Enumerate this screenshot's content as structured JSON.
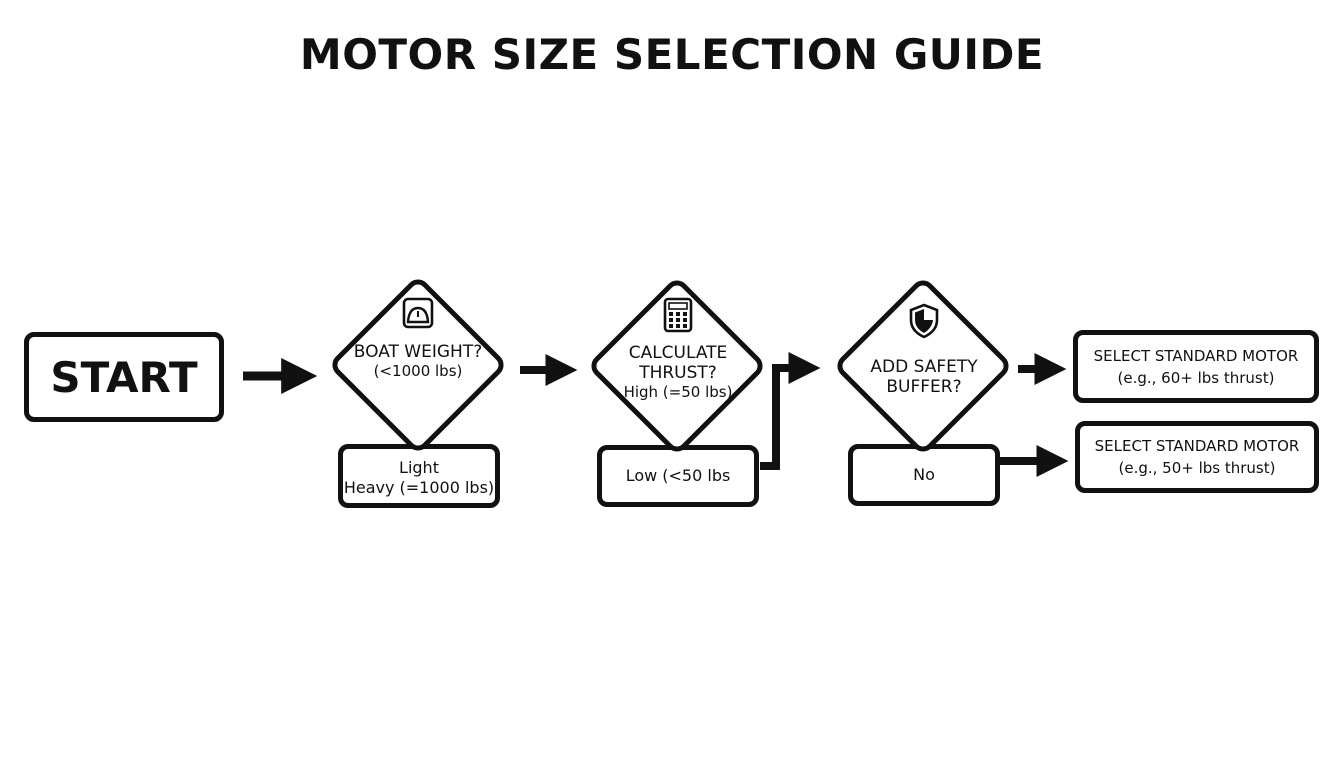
{
  "title": "MOTOR SIZE SELECTION GUIDE",
  "colors": {
    "stroke": "#111111",
    "background": "#ffffff"
  },
  "start": {
    "label": "START"
  },
  "decisions": [
    {
      "question_line1": "BOAT WEIGHT?",
      "question_line2": "(<1000 lbs)",
      "icon": "scale-icon"
    },
    {
      "question_line1": "CALCULATE",
      "question_line2": "THRUST?",
      "question_line3": "High (=50 lbs)",
      "icon": "calculator-icon"
    },
    {
      "question_line1": "ADD SAFETY",
      "question_line2": "BUFFER?",
      "icon": "shield-icon"
    }
  ],
  "answers": [
    {
      "line1": "Light",
      "line2": "Heavy (=1000 lbs)"
    },
    {
      "line1": "Low (<50 lbs"
    },
    {
      "line1": "No"
    }
  ],
  "results": [
    {
      "line1": "SELECT STANDARD MOTOR",
      "line2": "(e.g., 60+ lbs thrust)"
    },
    {
      "line1": "SELECT STANDARD MOTOR",
      "line2": "(e.g., 50+ lbs thrust)"
    }
  ]
}
